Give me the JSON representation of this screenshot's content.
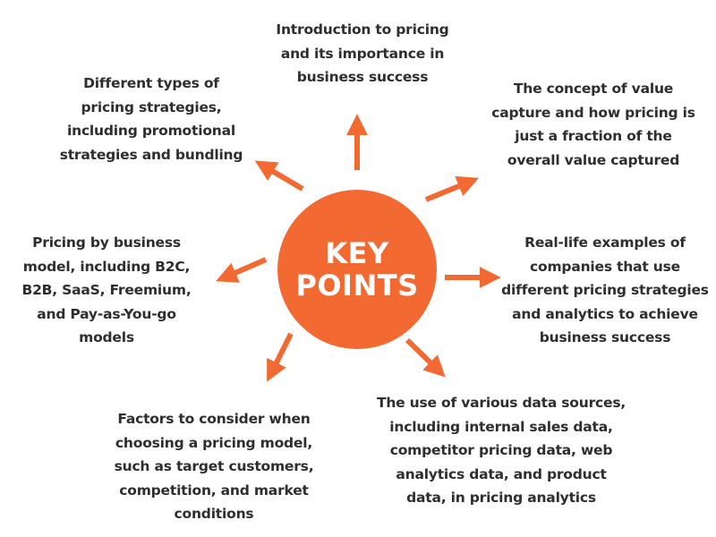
{
  "hub": {
    "line1": "KEY",
    "line2": "POINTS",
    "color": "#f26a32",
    "text_color": "#ffffff"
  },
  "accent_color": "#f26a32",
  "text_color": "#2e2e2e",
  "points": [
    {
      "id": "top",
      "text": "Introduction to pricing and its importance in business success"
    },
    {
      "id": "upper-left",
      "text": "Different types of pricing strategies, including promotional strategies and bundling"
    },
    {
      "id": "upper-right",
      "text": "The concept of value capture and how pricing is just a fraction of the overall value captured"
    },
    {
      "id": "left",
      "text": "Pricing by business model, including B2C, B2B, SaaS, Freemium, and Pay-as-You-go models"
    },
    {
      "id": "right",
      "text": "Real-life examples of companies that use different pricing strategies and analytics to achieve business success"
    },
    {
      "id": "lower-left",
      "text": "Factors to consider when choosing a pricing model, such as target customers, competition, and market conditions"
    },
    {
      "id": "lower-right",
      "text": "The use of various data sources, including internal sales data, competitor pricing data, web analytics data, and product data, in pricing analytics"
    }
  ],
  "arrows": [
    {
      "to": "top",
      "icon": "arrow-up-icon"
    },
    {
      "to": "upper-left",
      "icon": "arrow-up-left-icon"
    },
    {
      "to": "upper-right",
      "icon": "arrow-up-right-icon"
    },
    {
      "to": "left",
      "icon": "arrow-left-icon"
    },
    {
      "to": "right",
      "icon": "arrow-right-icon"
    },
    {
      "to": "lower-left",
      "icon": "arrow-down-left-icon"
    },
    {
      "to": "lower-right",
      "icon": "arrow-down-right-icon"
    }
  ]
}
